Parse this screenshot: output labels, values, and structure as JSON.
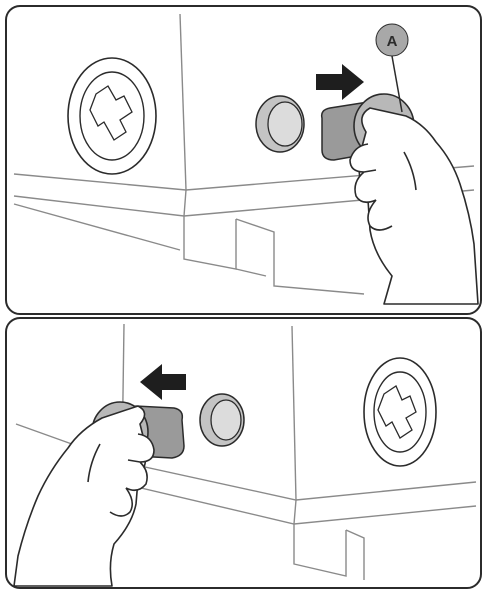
{
  "callout": {
    "label": "A"
  },
  "colors": {
    "outline": "#2b2b2b",
    "line": "#8a8a8a",
    "panel_fill": "#ffffff",
    "cap_fill": "#9a9a9a",
    "knob_fill": "#b8b8b8",
    "arrow_fill": "#1e1e1e",
    "badge_fill": "#a8a8a8"
  },
  "panels": [
    {
      "name": "top-panel",
      "arrow_direction": "right"
    },
    {
      "name": "bottom-panel",
      "arrow_direction": "left"
    }
  ],
  "icons": [
    "arrow-right-icon",
    "arrow-left-icon",
    "hand-icon",
    "port-icon",
    "cap-icon"
  ]
}
